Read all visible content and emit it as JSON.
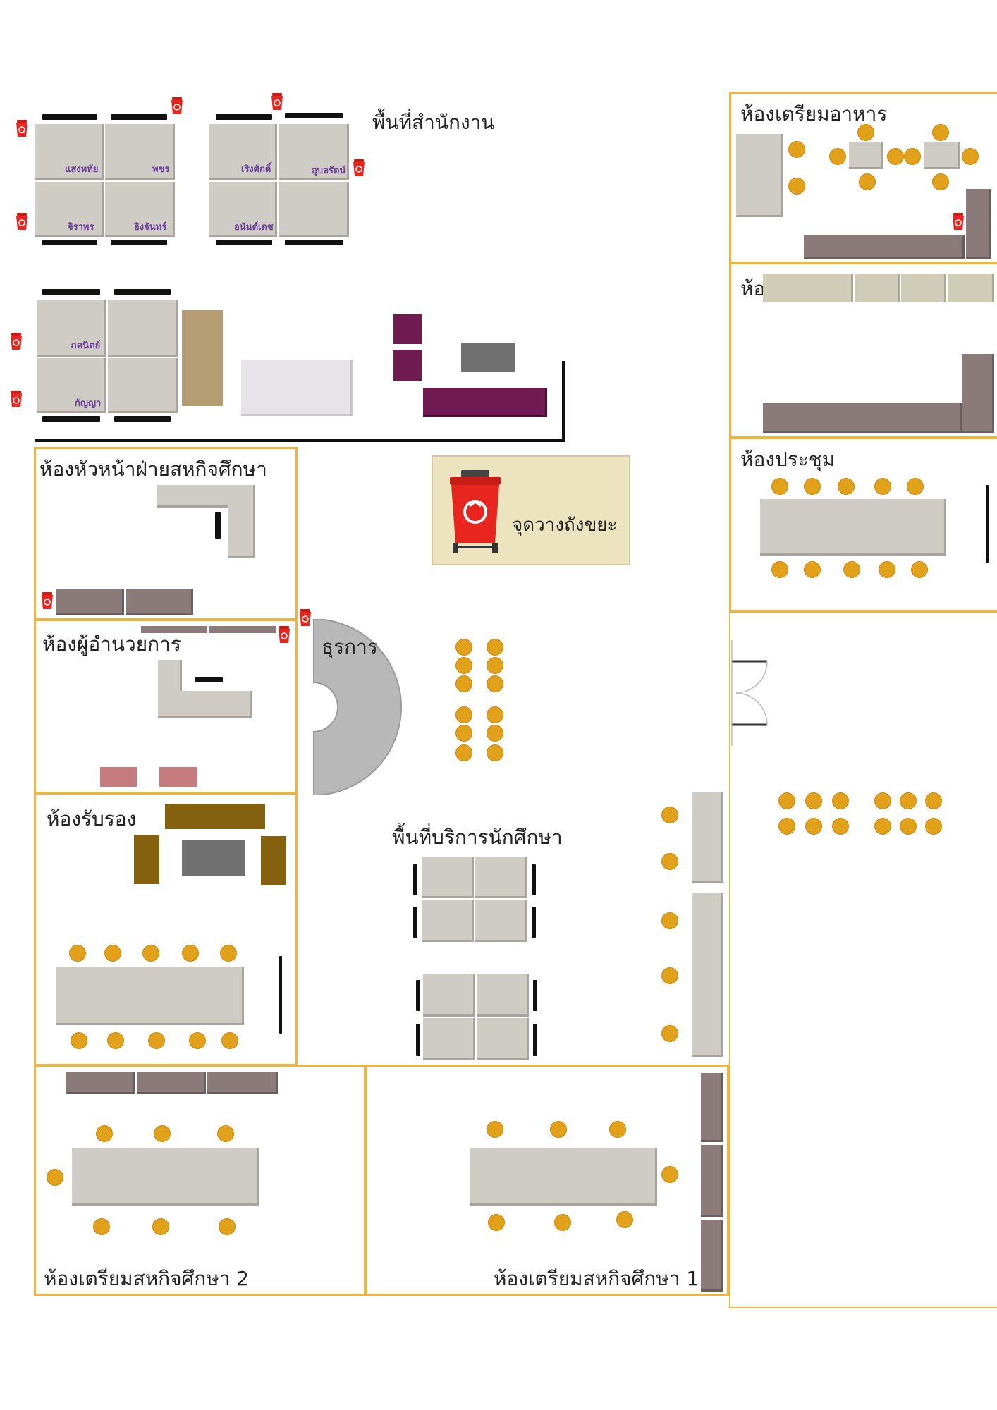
{
  "labels": {
    "office_area": "พื้นที่สำนักงาน",
    "kitchen": "ห้องเตรียมอาหาร",
    "storage": "ห้องเก็บของ",
    "meeting": "ห้องประชุม",
    "head_coop": "ห้องหัวหน้าฝ่ายสหกิจศึกษา",
    "director": "ห้องผู้อำนวยการ",
    "admin": "ธุรการ",
    "reception": "ห้องรับรอง",
    "student_service": "พื้นที่บริการนักศึกษา",
    "prep2": "ห้องเตรียมสหกิจศึกษา 2",
    "prep1": "ห้องเตรียมสหกิจศึกษา 1",
    "trash_point": "จุดวางถังขยะ"
  },
  "desk_names": {
    "n1": "แสงหทัย",
    "n2": "พชร",
    "n3": "จิราพร",
    "n4": "อิงจันทร์",
    "n5": "เริงศักดิ์",
    "n6": "อุบลรัตน์",
    "n7": "อนันต์เดช",
    "n8": "ภคนิตย์",
    "n9": "กัญญา"
  },
  "colors": {
    "room_border": "#f0b43c",
    "seat": "#e2a11a",
    "desk": "#cfccc6",
    "bin": "#e8261f",
    "trash_panel": "#ece4bf"
  }
}
